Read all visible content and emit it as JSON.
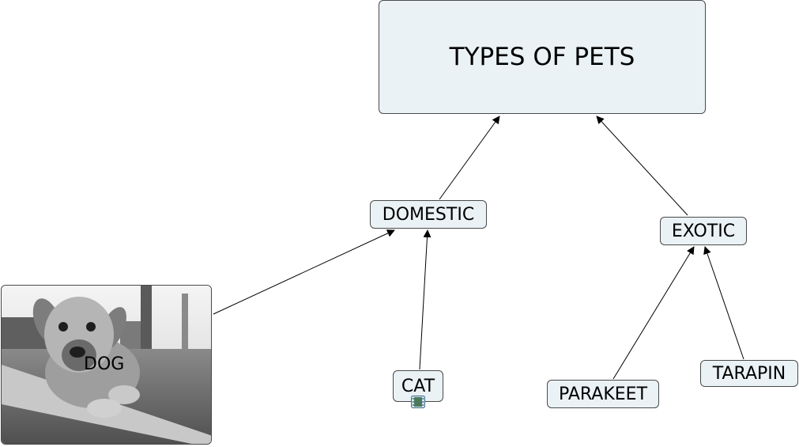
{
  "diagram": {
    "root": {
      "label": "TYPES OF PETS"
    },
    "nodes": {
      "domestic": {
        "label": "DOMESTIC"
      },
      "exotic": {
        "label": "EXOTIC"
      },
      "dog": {
        "label": "DOG"
      },
      "cat": {
        "label": "CAT"
      },
      "parakeet": {
        "label": "PARAKEET"
      },
      "tarapin": {
        "label": "TARAPIN"
      }
    },
    "edges": [
      {
        "from": "domestic",
        "to": "root"
      },
      {
        "from": "exotic",
        "to": "root"
      },
      {
        "from": "dog",
        "to": "domestic"
      },
      {
        "from": "cat",
        "to": "domestic"
      },
      {
        "from": "parakeet",
        "to": "exotic"
      },
      {
        "from": "tarapin",
        "to": "exotic"
      }
    ],
    "dog_image": "puppy-photo-grayscale",
    "cat_attachment_icon": "film-icon"
  }
}
